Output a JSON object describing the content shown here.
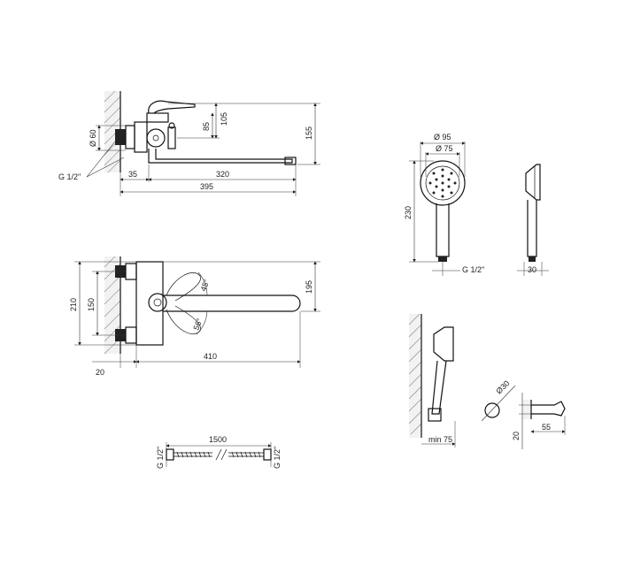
{
  "side_view": {
    "dia_60": "Ø 60",
    "h_85": "85",
    "h_105": "105",
    "h_155": "155",
    "thread": "G 1/2\"",
    "w_35": "35",
    "w_320": "320",
    "w_395": "395"
  },
  "top_view": {
    "h_210": "210",
    "h_150": "150",
    "h_195": "195",
    "angle_45": "45°",
    "angle_56": "56°",
    "w_20": "20",
    "w_410": "410"
  },
  "hose": {
    "length": "1500",
    "thread_left": "G 1/2\"",
    "thread_right": "G 1/2\""
  },
  "hand_shower": {
    "dia_95": "Ø 95",
    "dia_75": "Ø 75",
    "h_230": "230",
    "thread": "G 1/2\"",
    "w_30": "30"
  },
  "holder": {
    "min_75": "min 75",
    "dia_30": "Ø30",
    "h_20": "20",
    "w_55": "55"
  }
}
